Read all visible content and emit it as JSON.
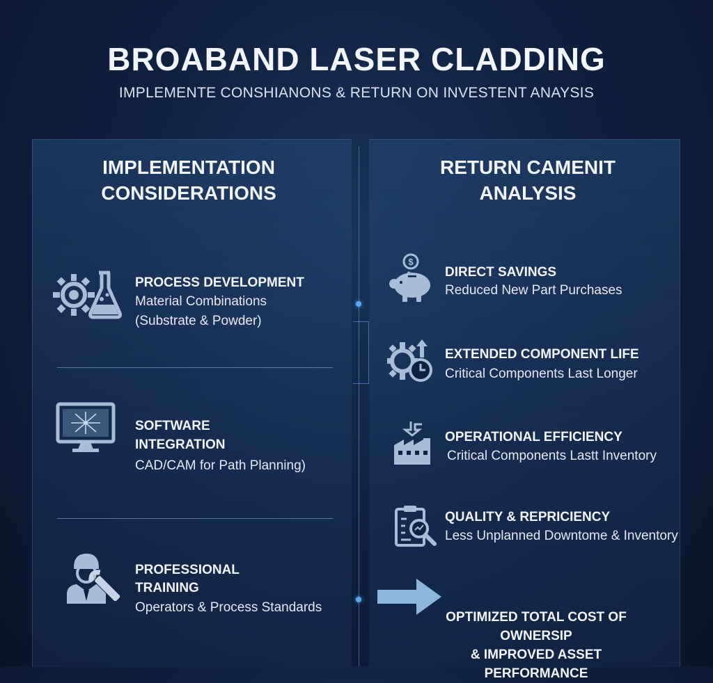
{
  "header": {
    "title": "BROABAND LASER CLADDING",
    "subtitle": "IMPLEMENTE CONSHIANONS & RETURN ON INVESTENT ANAYSIS"
  },
  "left_panel": {
    "title_line1": "IMPLEMENTATION",
    "title_line2": "CONSIDERATIONS",
    "items": [
      {
        "icon": "gear-flask-icon",
        "heading": "PROCESS DEVELOPMENT",
        "line1": "Material Combinations",
        "line2": "(Substrate & Powder)"
      },
      {
        "icon": "monitor-icon",
        "heading_line1": "SOFTWARE",
        "heading_line2": "INTEGRATION",
        "line1": "CAD/CAM for Path Planning)"
      },
      {
        "icon": "technician-wrench-icon",
        "heading_line1": "PROFESSIONAL",
        "heading_line2": "TRAINING",
        "line1": "Operators & Process Standards"
      }
    ]
  },
  "right_panel": {
    "title_line1": "RETURN CAMENIT",
    "title_line2": "ANALYSIS",
    "items": [
      {
        "icon": "piggy-bank-icon",
        "heading": "DIRECT SAVINGS",
        "line1": "Reduced New Part Purchases"
      },
      {
        "icon": "gear-clock-icon",
        "heading": "EXTENDED COMPONENT LIFE",
        "line1": "Critical Components Last Longer"
      },
      {
        "icon": "factory-icon",
        "heading": "OPERATIONAL EFFICIENCY",
        "line1": "Critical Components Lastt Inventory"
      },
      {
        "icon": "clipboard-magnifier-icon",
        "heading": "QUALITY & REPRICIENCY",
        "line1": "Less Unplanned Downtome & Inventory"
      }
    ],
    "conclusion_line1": "OPTIMIZED TOTAL COST OF OWNERSIP",
    "conclusion_line2": "& IMPROVED ASSET PERFORMANCE"
  },
  "colors": {
    "background": "#0f2140",
    "panel": "#1f3d68",
    "accent": "#5aa8ee",
    "icon": "#a9bdd6",
    "arrow": "#8fb6dd"
  }
}
